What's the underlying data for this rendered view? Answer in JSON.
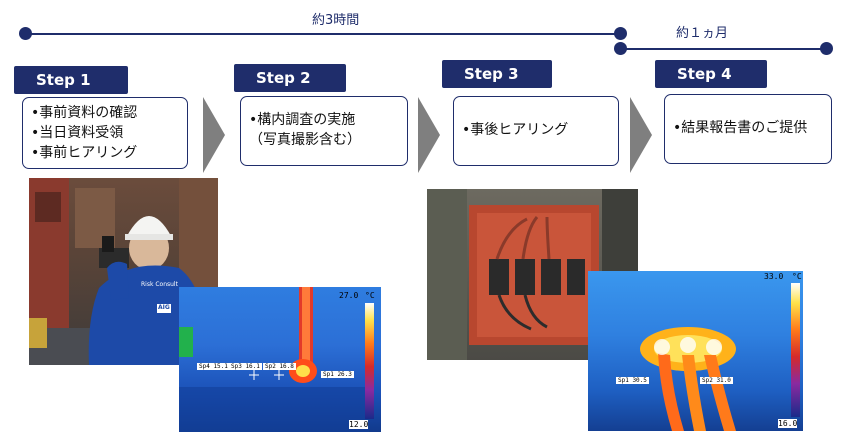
{
  "timeline": {
    "phase1": {
      "label": "約3時間"
    },
    "phase2": {
      "label": "約１ヵ月"
    }
  },
  "steps": [
    {
      "tab": "Step 1",
      "lines": [
        "•事前資料の確認",
        "•当日資料受領",
        "•事前ヒアリング"
      ]
    },
    {
      "tab": "Step 2",
      "lines": [
        "•構内調査の実施",
        "（写真撮影含む）"
      ]
    },
    {
      "tab": "Step 3",
      "lines": [
        "•事後ヒアリング"
      ]
    },
    {
      "tab": "Step 4",
      "lines": [
        "•結果報告書のご提供"
      ]
    }
  ],
  "photos": {
    "inspector": {
      "vest_text": "Risk Consult",
      "badge": "AIG"
    },
    "thermal1": {
      "max": "27.0",
      "min": "12.0",
      "unit": "°C",
      "tags": [
        "Sp4 15.1",
        "Sp3 16.1",
        "Sp2 16.8",
        "Sp1 26.3"
      ]
    },
    "thermal2": {
      "max": "33.0",
      "min": "16.0",
      "unit": "°C",
      "tags": [
        "Sp1 30.5",
        "Sp2 31.0"
      ]
    }
  },
  "colors": {
    "navy": "#1f2d6b",
    "chevron": "#7f7f7f"
  }
}
